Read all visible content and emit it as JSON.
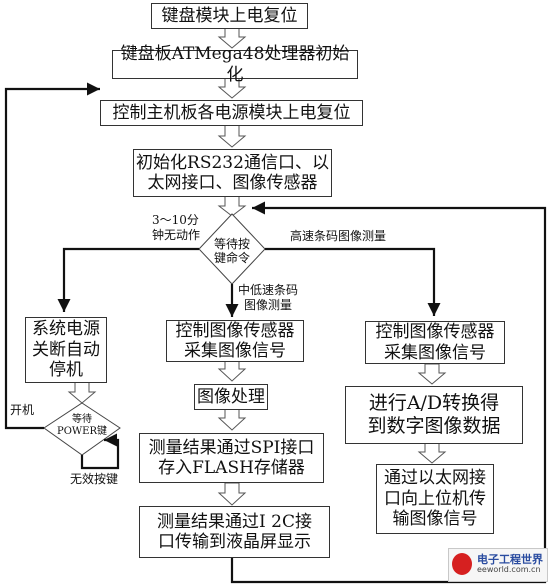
{
  "nodes": {
    "reset_keyboard": "键盘模块上电复位",
    "init_atmega": "键盘板ATMega48处理器初始化",
    "reset_power": "控制主机板各电源模块上电复位",
    "init_ports": "初始化RS232通信口、以\n太网接口、图像传感器",
    "wait_cmd": "等待按\n键命令",
    "shutdown": "系统电源\n关断自动\n停机",
    "capture_mid": "控制图像传感器\n采集图像信号",
    "capture_high": "控制图像传感器\n采集图像信号",
    "image_process": "图像处理",
    "store_flash": "测量结果通过SPI接口\n存入FLASH存储器",
    "ad_convert": "进行A/D转换得\n到数字图像数据",
    "ethernet_upload": "通过以太网接\n口向上位机传\n输图像信号",
    "i2c_display": "测量结果通过I 2C接\n口传输到液晶屏显示",
    "wait_power": "等待\nPOWER键"
  },
  "labels": {
    "idle": "3～10分\n钟无动作",
    "high_speed": "高速条码图像测量",
    "mid_low_speed": "中低速条码\n图像测量",
    "power_on": "开机",
    "invalid_key": "无效按键"
  },
  "watermark": {
    "line1": "电子工程世界",
    "line2": "eeworld.com.cn"
  }
}
